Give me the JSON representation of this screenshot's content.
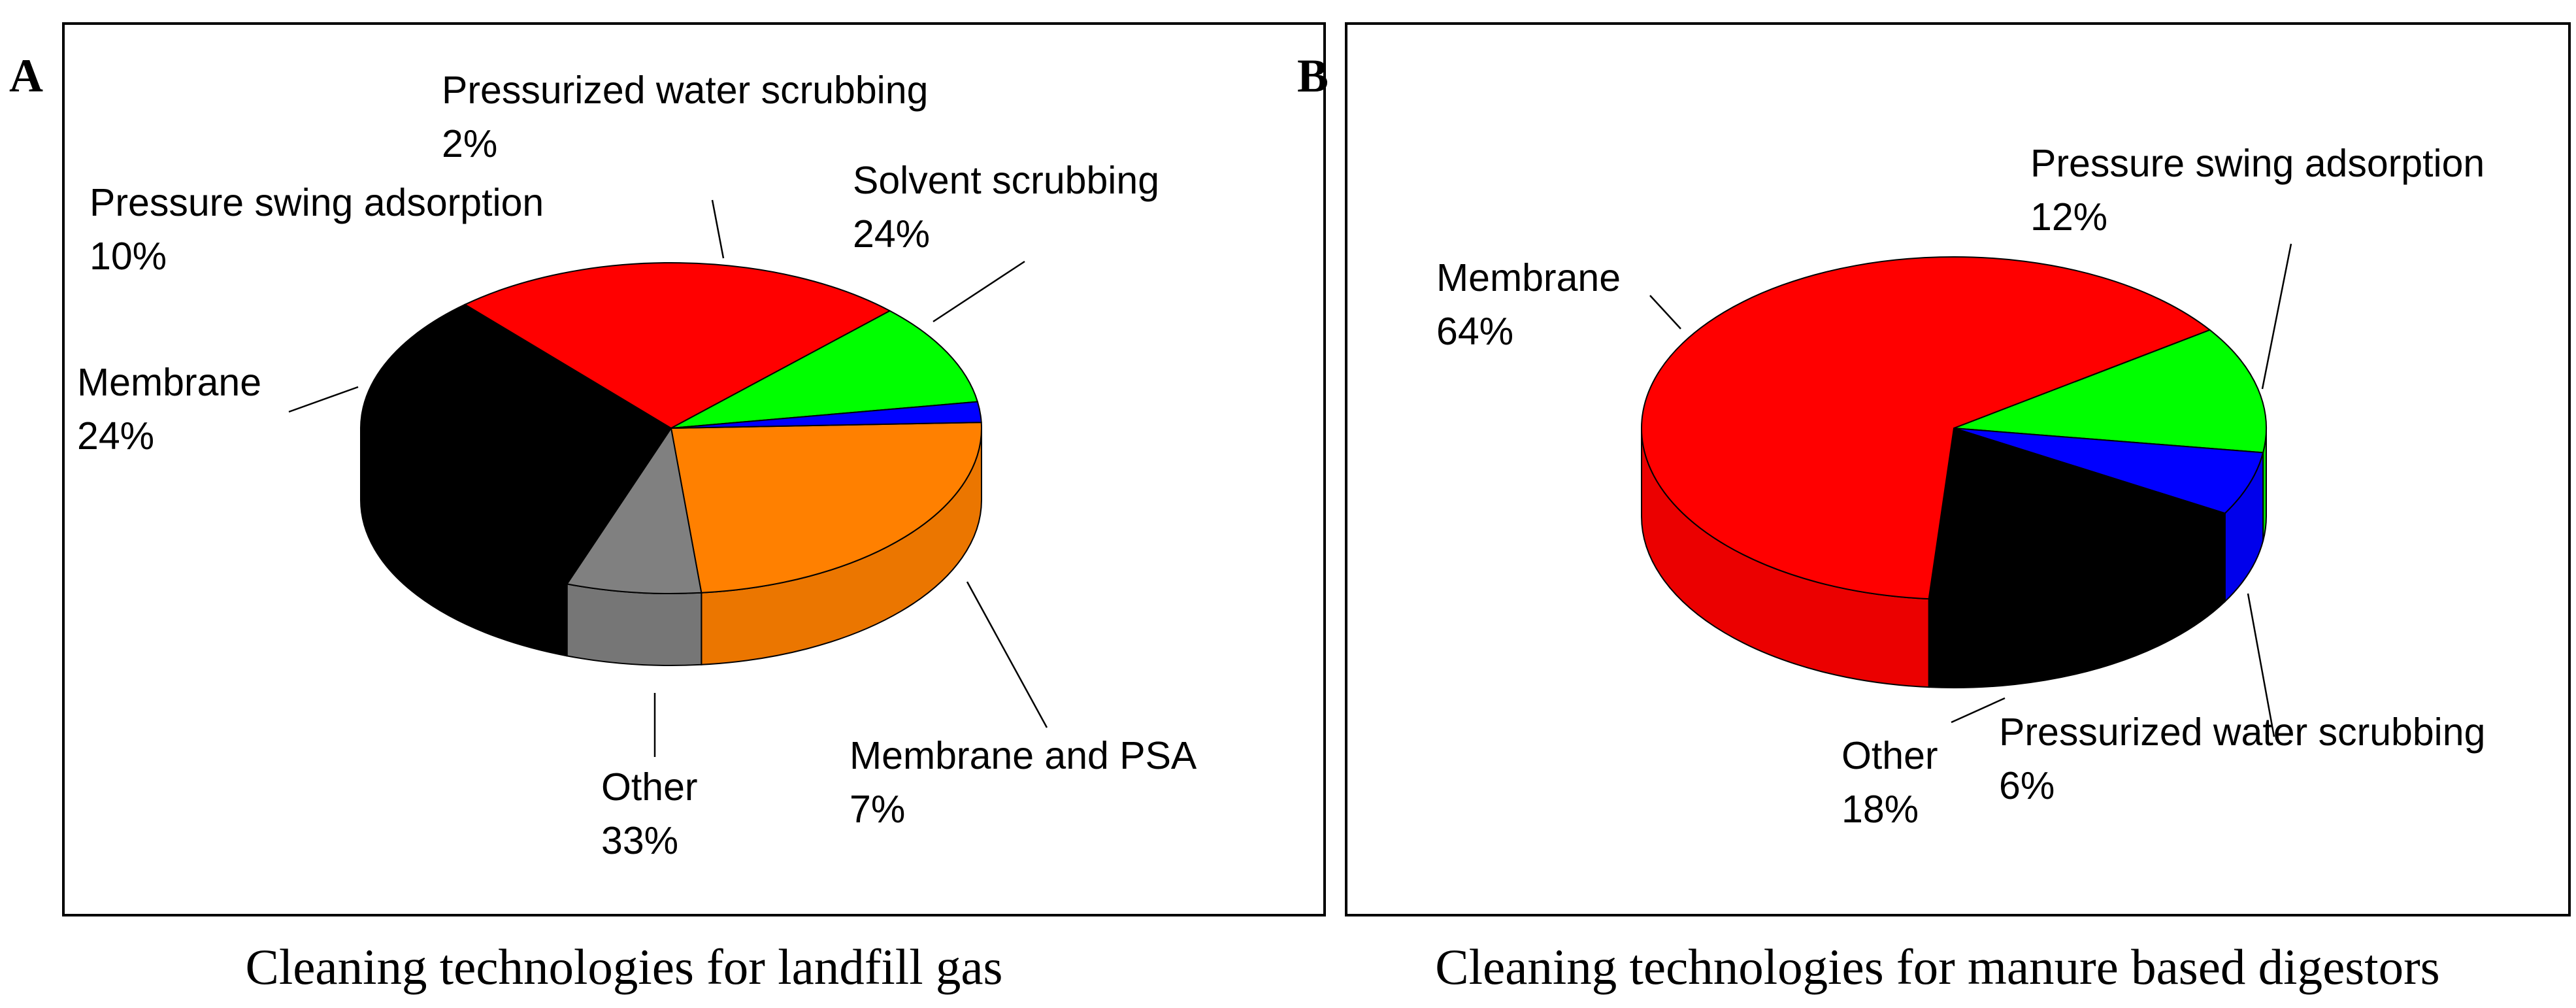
{
  "figure": {
    "panels": [
      {
        "letter": "A",
        "caption": "Cleaning technologies for landfill gas"
      },
      {
        "letter": "B",
        "caption": "Cleaning technologies for manure based digestors"
      }
    ]
  },
  "chart_data": [
    {
      "type": "pie",
      "title": "",
      "caption": "Cleaning technologies for landfill gas",
      "panel": "A",
      "style": "3d",
      "slices": [
        {
          "name": "Solvent scrubbing",
          "value": 24,
          "label": "24%",
          "color": "#FF8000"
        },
        {
          "name": "Membrane and PSA",
          "value": 7,
          "label": "7%",
          "color": "#808080"
        },
        {
          "name": "Other",
          "value": 33,
          "label": "33%",
          "color": "#000000"
        },
        {
          "name": "Membrane",
          "value": 24,
          "label": "24%",
          "color": "#FF0000"
        },
        {
          "name": "Pressure swing adsorption",
          "value": 10,
          "label": "10%",
          "color": "#00FF00"
        },
        {
          "name": "Pressurized water scrubbing",
          "value": 2,
          "label": "2%",
          "color": "#0000FF"
        }
      ]
    },
    {
      "type": "pie",
      "title": "",
      "caption": "Cleaning technologies for manure based digestors",
      "panel": "B",
      "style": "3d",
      "slices": [
        {
          "name": "Pressure swing adsorption",
          "value": 12,
          "label": "12%",
          "color": "#00FF00"
        },
        {
          "name": "Pressurized water scrubbing",
          "value": 6,
          "label": "6%",
          "color": "#0000FF"
        },
        {
          "name": "Other",
          "value": 18,
          "label": "18%",
          "color": "#000000"
        },
        {
          "name": "Membrane",
          "value": 64,
          "label": "64%",
          "color": "#FF0000"
        }
      ]
    }
  ]
}
